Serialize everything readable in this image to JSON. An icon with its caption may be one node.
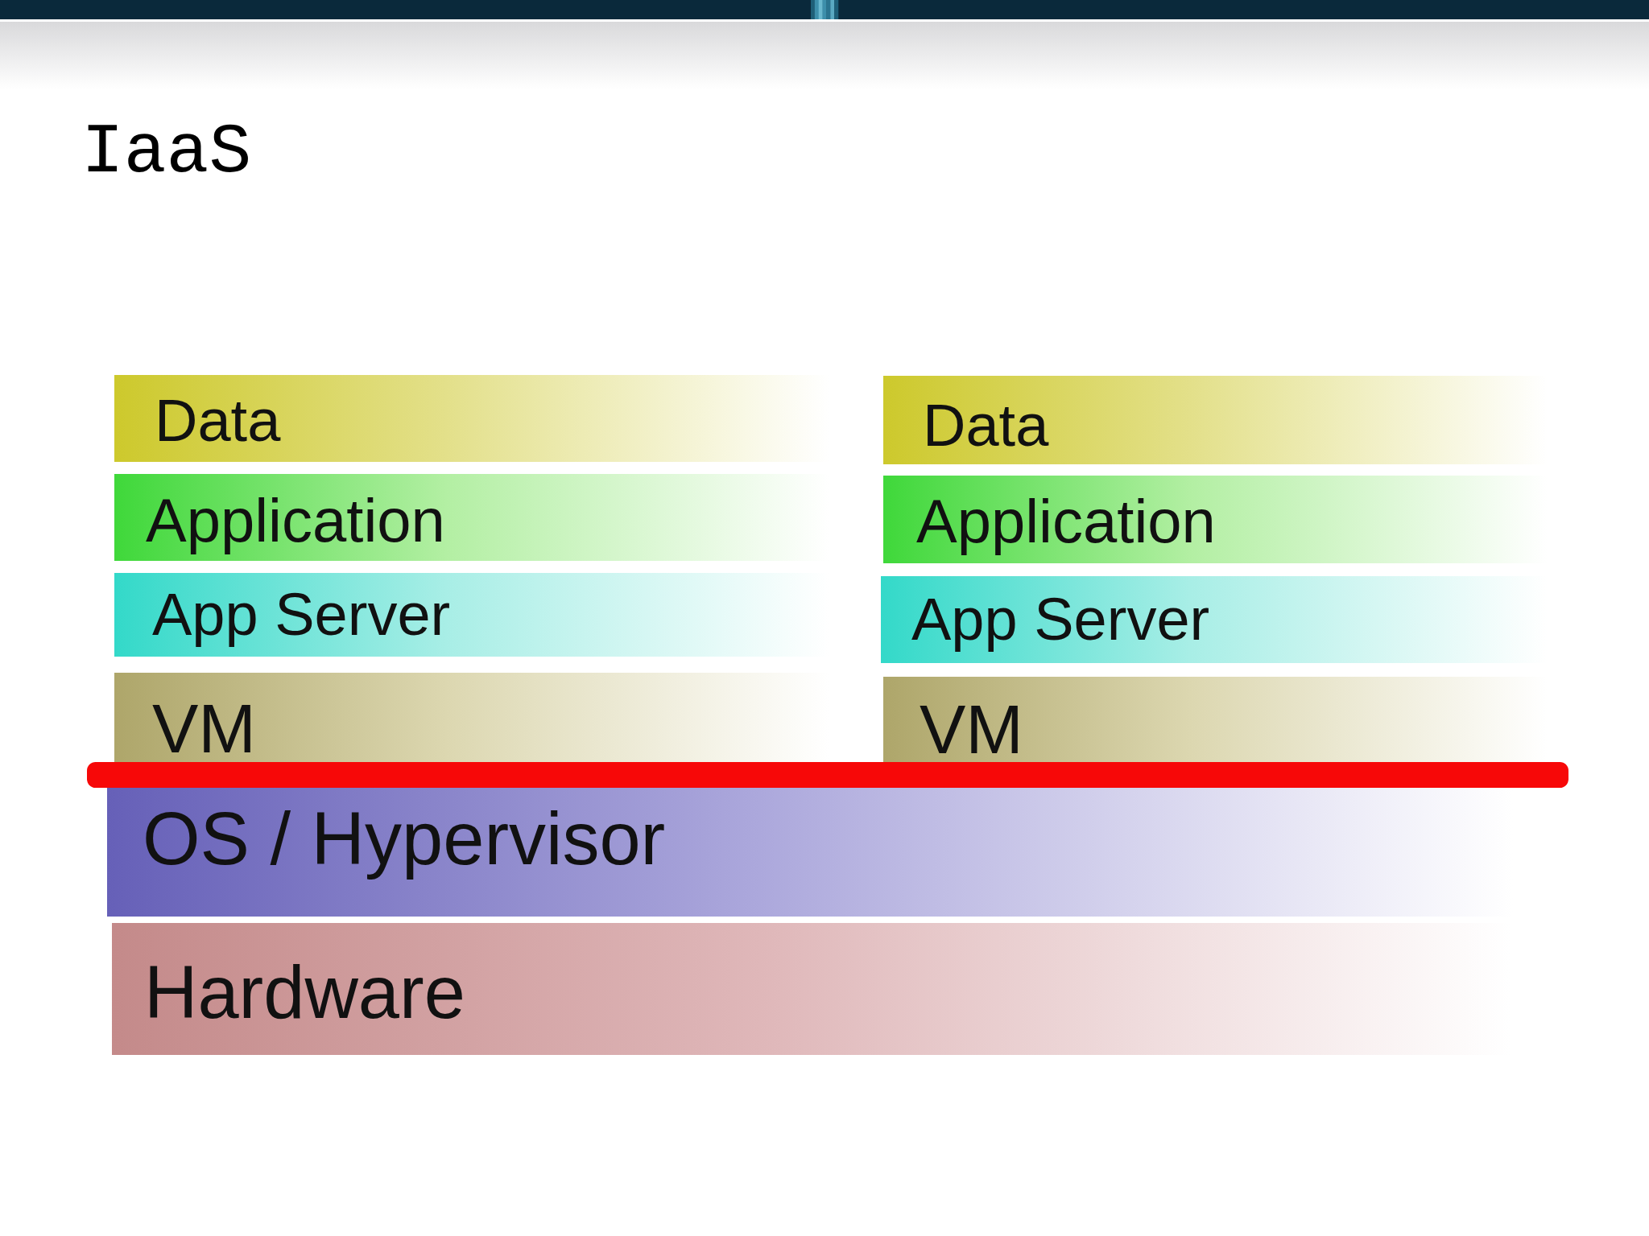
{
  "diagram": {
    "title": "IaaS",
    "nodes": [
      {
        "text": [
          "Data"
        ]
      },
      {
        "text": [
          "Data"
        ]
      },
      {
        "text": [
          "Application"
        ]
      },
      {
        "text": [
          "Application"
        ]
      },
      {
        "text": [
          "App Server"
        ]
      },
      {
        "text": [
          "App Server"
        ]
      },
      {
        "text": [
          "VM"
        ]
      },
      {
        "text": [
          "VM"
        ]
      },
      {
        "text": [],
        "shape": "bar"
      },
      {
        "text": [
          "OS / Hypervisor"
        ]
      },
      {
        "text": [
          "Hardware"
        ]
      }
    ]
  }
}
